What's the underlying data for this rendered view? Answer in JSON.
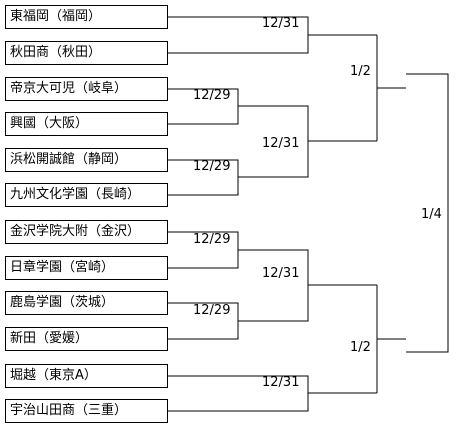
{
  "teams": [
    "東福岡（福岡）",
    "秋田商（秋田）",
    "帝京大可児（岐阜）",
    "興國（大阪）",
    "浜松開誠館（静岡）",
    "九州文化学園（長崎）",
    "金沢学院大附（金沢）",
    "日章学園（宮崎）",
    "鹿島学園（茨城）",
    "新田（愛媛）",
    "堀越（東京A）",
    "宇治山田商（三重）"
  ],
  "rounds": {
    "round1": [
      "12/29",
      "12/29",
      "12/29",
      "12/29"
    ],
    "round2": [
      "12/31",
      "12/31",
      "12/31",
      "12/31"
    ],
    "quarter": [
      "1/2",
      "1/2"
    ],
    "semi": [
      "1/4"
    ]
  }
}
